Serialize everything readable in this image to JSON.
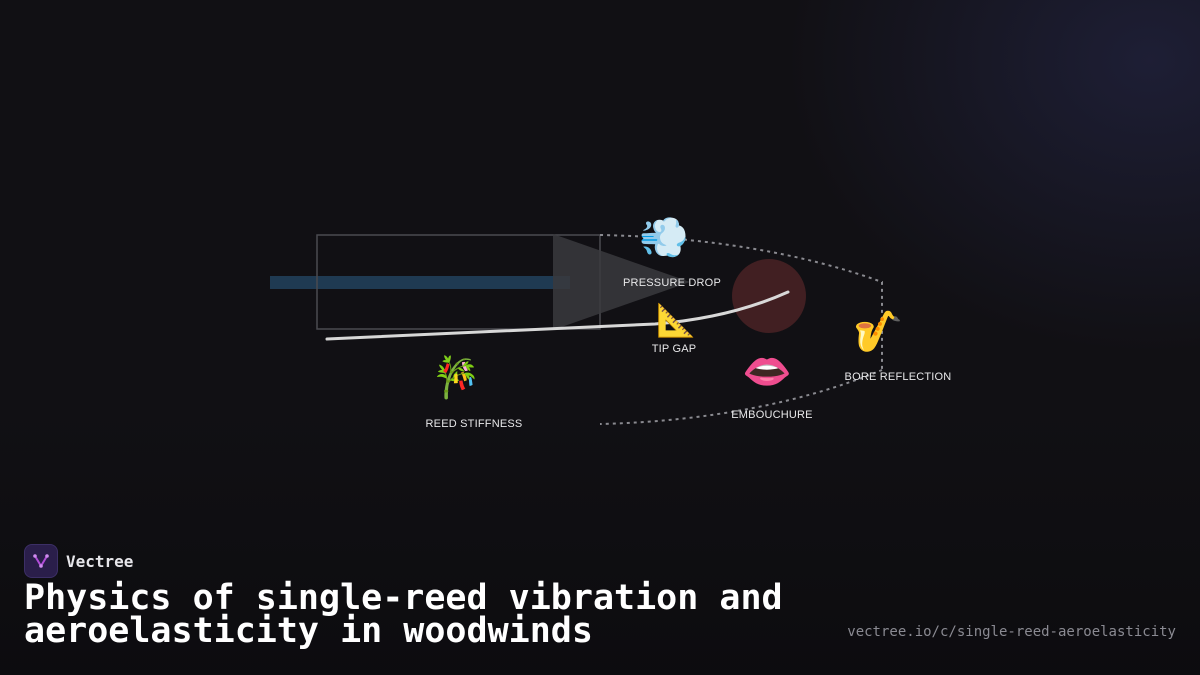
{
  "brand": {
    "name": "Vectree"
  },
  "title": "Physics of single-reed vibration and aeroelasticity in woodwinds",
  "url": "vectree.io/c/single-reed-aeroelasticity",
  "nodes": [
    {
      "key": "pressure_drop",
      "icon": "dashing-away",
      "glyph": "💨",
      "label": "PRESSURE DROP"
    },
    {
      "key": "tip_gap",
      "icon": "triangular-ruler",
      "glyph": "📐",
      "label": "TIP GAP"
    },
    {
      "key": "reed_stiffness",
      "icon": "tanabata-tree",
      "glyph": "🎋",
      "label": "REED STIFFNESS"
    },
    {
      "key": "embouchure",
      "icon": "mouth",
      "glyph": "👄",
      "label": "EMBOUCHURE"
    },
    {
      "key": "bore_reflection",
      "icon": "saxophone",
      "glyph": "🎷",
      "label": "BORE REFLECTION"
    }
  ],
  "colors": {
    "background": "#111014",
    "air_stream": "#1f3a52",
    "reed_curve": "#d8d8d8",
    "embouchure_disc": "#4a2224",
    "mouthpiece_wedge": "#3a393d",
    "feedback_loop": "#8a8a90",
    "logo_accent": "#b04cd8"
  }
}
